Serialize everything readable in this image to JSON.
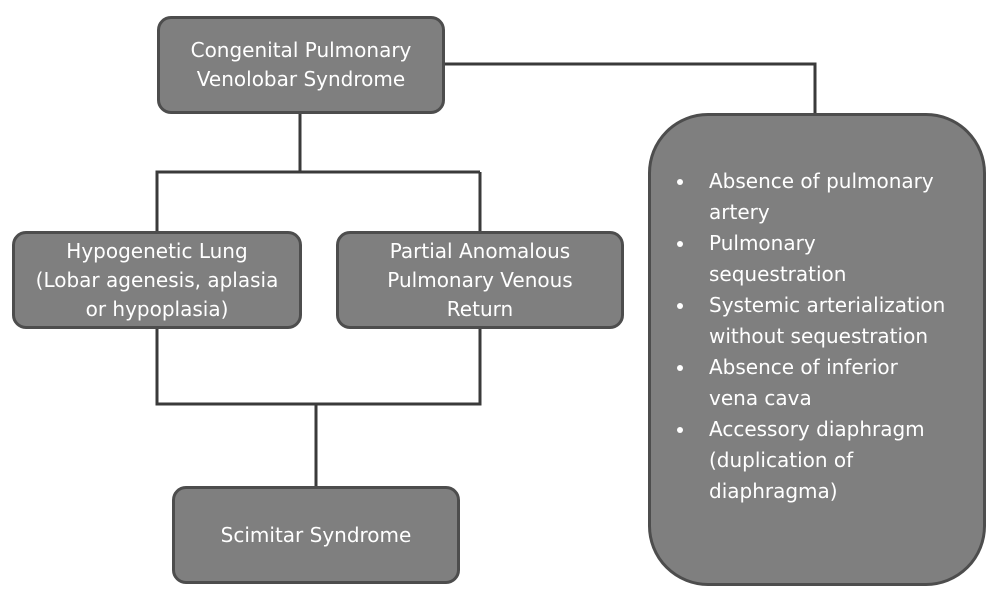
{
  "nodes": {
    "root": {
      "lines": [
        "Congenital Pulmonary",
        "Venolobar Syndrome"
      ]
    },
    "hypogenetic": {
      "lines": [
        "Hypogenetic Lung",
        "(Lobar agenesis, aplasia",
        "or hypoplasia)"
      ]
    },
    "papvr": {
      "lines": [
        "Partial Anomalous",
        "Pulmonary Venous",
        "Return"
      ]
    },
    "scimitar": {
      "lines": [
        "Scimitar Syndrome"
      ]
    }
  },
  "associated": {
    "items": [
      {
        "lines": [
          "Absence of pulmonary",
          "artery"
        ]
      },
      {
        "lines": [
          "Pulmonary",
          "sequestration"
        ]
      },
      {
        "lines": [
          "Systemic arterialization",
          "without sequestration"
        ]
      },
      {
        "lines": [
          "Absence of inferior",
          "vena cava"
        ]
      },
      {
        "lines": [
          "Accessory diaphragm",
          "(duplication of",
          "diaphragma)"
        ]
      }
    ]
  },
  "colors": {
    "box_fill": "#7f7f7f",
    "box_border": "#4d4d4d",
    "line": "#3a3a3a",
    "text": "#ffffff"
  }
}
